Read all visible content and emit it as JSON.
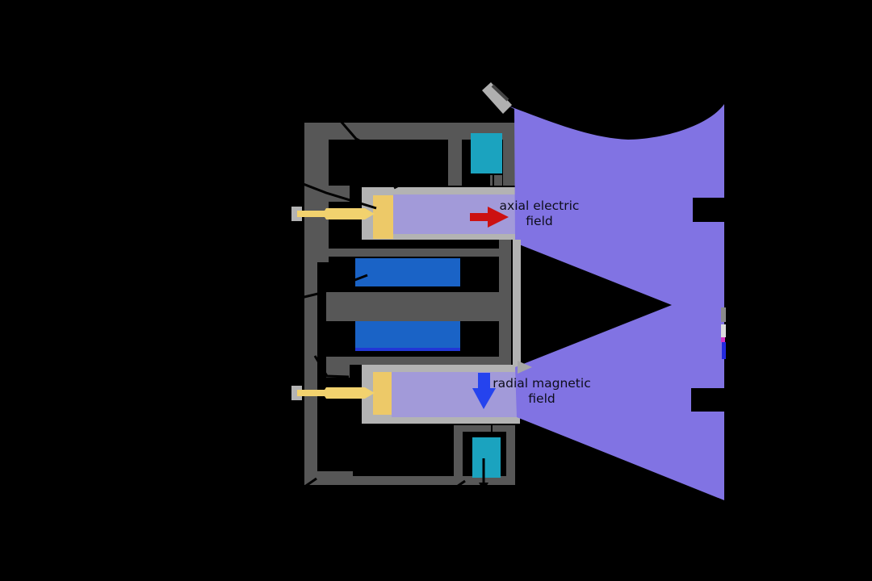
{
  "labels": {
    "axial_electric_field": {
      "line1": "axial electric",
      "line2": "field"
    },
    "radial_magnetic_field": {
      "line1": "radial magnetic",
      "line2": "field"
    }
  },
  "icons": {
    "axial_arrow": "right-arrow-icon",
    "radial_arrow": "down-arrow-icon",
    "exhaust_arrow": "small-right-arrow-icon"
  },
  "colors": {
    "background": "#000000",
    "body_gray": "#575757",
    "light_gray": "#b3b3b3",
    "cathode_gray": "#b0b0b0",
    "exhaust_gray": "#a6a6a6",
    "channel_purple": "#a29ad9",
    "plume_purple": "#8173e3",
    "coil_blue": "#1a63c6",
    "coil_edge_blue": "#2236d6",
    "cyan": "#1ba3bf",
    "anode_yellow": "#edc968",
    "tube_yellow": "#f2d26e",
    "red_arrow": "#cc1111",
    "blue_arrow": "#2543ee",
    "label_text": "#0d0d1a",
    "notch_black": "#000000"
  }
}
